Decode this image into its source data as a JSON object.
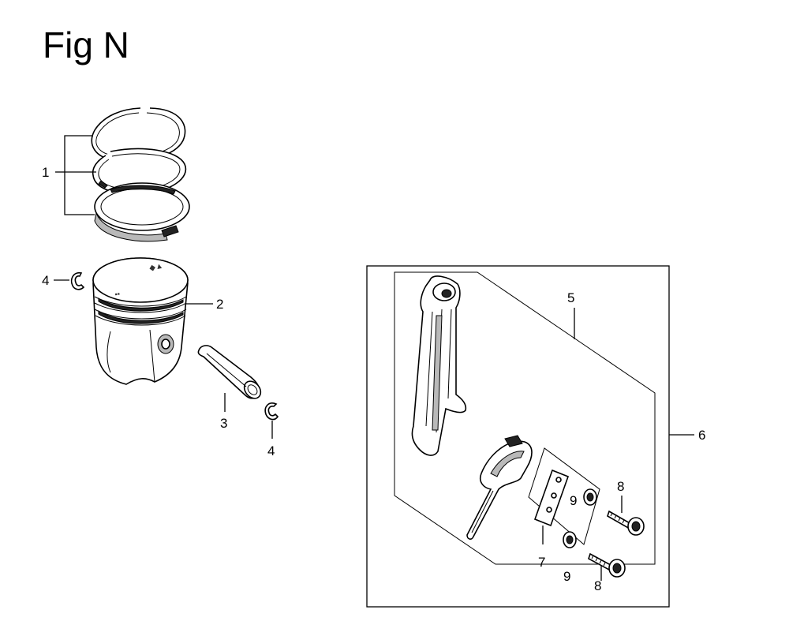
{
  "figure": {
    "title": "Fig N"
  },
  "callouts": {
    "piston_ring_set": "1",
    "piston": "2",
    "piston_pin": "3",
    "pin_clip_left": "4",
    "pin_clip_right": "4",
    "connecting_rod": "5",
    "connecting_rod_assy": "6",
    "rod_plate": "7",
    "rod_bolt_top": "8",
    "rod_bolt_bottom": "8",
    "washer_top": "9",
    "washer_bottom": "9"
  }
}
